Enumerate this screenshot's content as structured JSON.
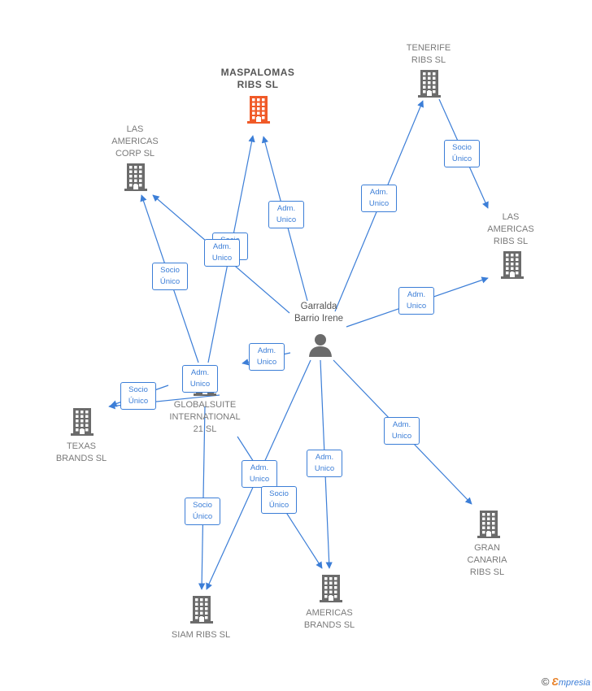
{
  "colors": {
    "edge": "#3c7ed7",
    "company": "#6b6b6b",
    "highlight": "#f05a28",
    "person": "#6b6b6b"
  },
  "nodes": {
    "maspalomas": {
      "label": "MASPALOMAS\nRIBS  SL",
      "icon": "building-icon"
    },
    "tenerife": {
      "label": "TENERIFE\nRIBS  SL",
      "icon": "building-icon"
    },
    "lascorp": {
      "label": "LAS\nAMERICAS\nCORP  SL",
      "icon": "building-icon"
    },
    "lasribs": {
      "label": "LAS\nAMERICAS\nRIBS  SL",
      "icon": "building-icon"
    },
    "person": {
      "label": "Garralda\nBarrio Irene",
      "icon": "person-icon"
    },
    "globalsuite": {
      "label": "GLOBALSUITE\nINTERNATIONAL\n21 SL",
      "icon": "building-icon"
    },
    "texas": {
      "label": "TEXAS\nBRANDS  SL",
      "icon": "building-icon"
    },
    "gran": {
      "label": "GRAN\nCANARIA\nRIBS SL",
      "icon": "building-icon"
    },
    "siam": {
      "label": "SIAM RIBS  SL",
      "icon": "building-icon"
    },
    "americas": {
      "label": "AMERICAS\nBRANDS  SL",
      "icon": "building-icon"
    }
  },
  "edges": [
    {
      "from": "person",
      "to": "maspalomas",
      "label": "Adm.\nUnico"
    },
    {
      "from": "person",
      "to": "lascorp",
      "label": "Socio\nÚnico"
    },
    {
      "from": "person",
      "to": "tenerife",
      "label": "Adm.\nUnico"
    },
    {
      "from": "tenerife",
      "to": "lasribs",
      "label": "Socio\nÚnico"
    },
    {
      "from": "person",
      "to": "lasribs",
      "label": "Adm.\nUnico"
    },
    {
      "from": "person",
      "to": "globalsuite",
      "label": "Adm.\nUnico"
    },
    {
      "from": "person",
      "to": "gran",
      "label": "Adm.\nUnico"
    },
    {
      "from": "person",
      "to": "americas",
      "label": "Adm.\nUnico"
    },
    {
      "from": "person",
      "to": "siam",
      "label": "Adm.\nUnico"
    },
    {
      "from": "globalsuite",
      "to": "maspalomas",
      "label": "Adm.\nUnico"
    },
    {
      "from": "globalsuite",
      "to": "lascorp",
      "label": "Socio\nÚnico"
    },
    {
      "from": "globalsuite",
      "to": "texas",
      "label": "Socio\nÚnico"
    },
    {
      "from": "globalsuite",
      "to": "siam",
      "label": "Socio\nÚnico"
    },
    {
      "from": "globalsuite",
      "to": "americas",
      "label": "Socio\nÚnico"
    },
    {
      "from": "globalsuite",
      "to": "texas",
      "label": "Adm.\nUnico"
    }
  ],
  "footer": {
    "copyright": "©",
    "brand_e": "Ɛ",
    "brand_rest": "mpresia"
  }
}
